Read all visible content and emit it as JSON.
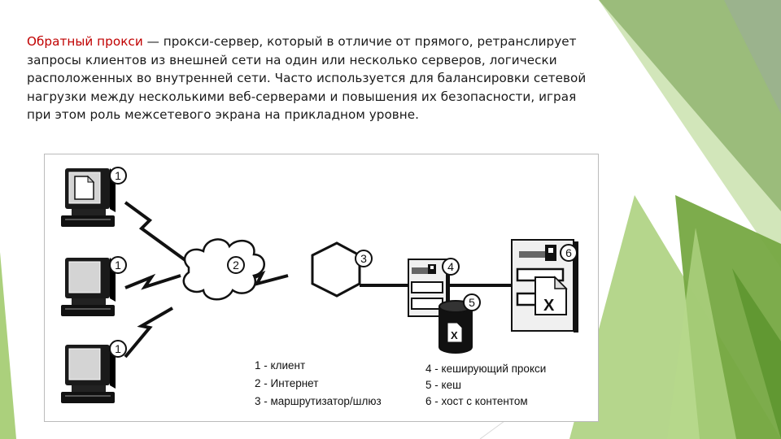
{
  "text": {
    "term": "Обратный прокси",
    "dash": " — ",
    "body": "прокси-сервер, который в отличие от прямого, ретранслирует запросы клиентов из внешней сети на один или несколько серверов, логически расположенных во внутренней сети. Часто используется для балансировки сетевой нагрузки между несколькими веб-серверами и повышения их безопасности, играя при этом роль межсетевого экрана на прикладном уровне."
  },
  "diagram": {
    "markers": {
      "client1": "1",
      "client2": "1",
      "client3": "1",
      "internet": "2",
      "router": "3",
      "proxy": "4",
      "cache": "5",
      "host": "6"
    },
    "cache_label": "X",
    "doc_label": "X",
    "legend": {
      "l1": "1 - клиент",
      "l2": "2 - Интернет",
      "l3": "3 - маршрутизатор/шлюз",
      "l4": "4 - кеширующий прокси",
      "l5": "5 - кеш",
      "l6": "6 - хост с контентом"
    }
  },
  "colors": {
    "accent_text": "#c00000",
    "green_dark": "#76a842",
    "green_light": "#9cc865",
    "green_grey": "#8aa679"
  }
}
